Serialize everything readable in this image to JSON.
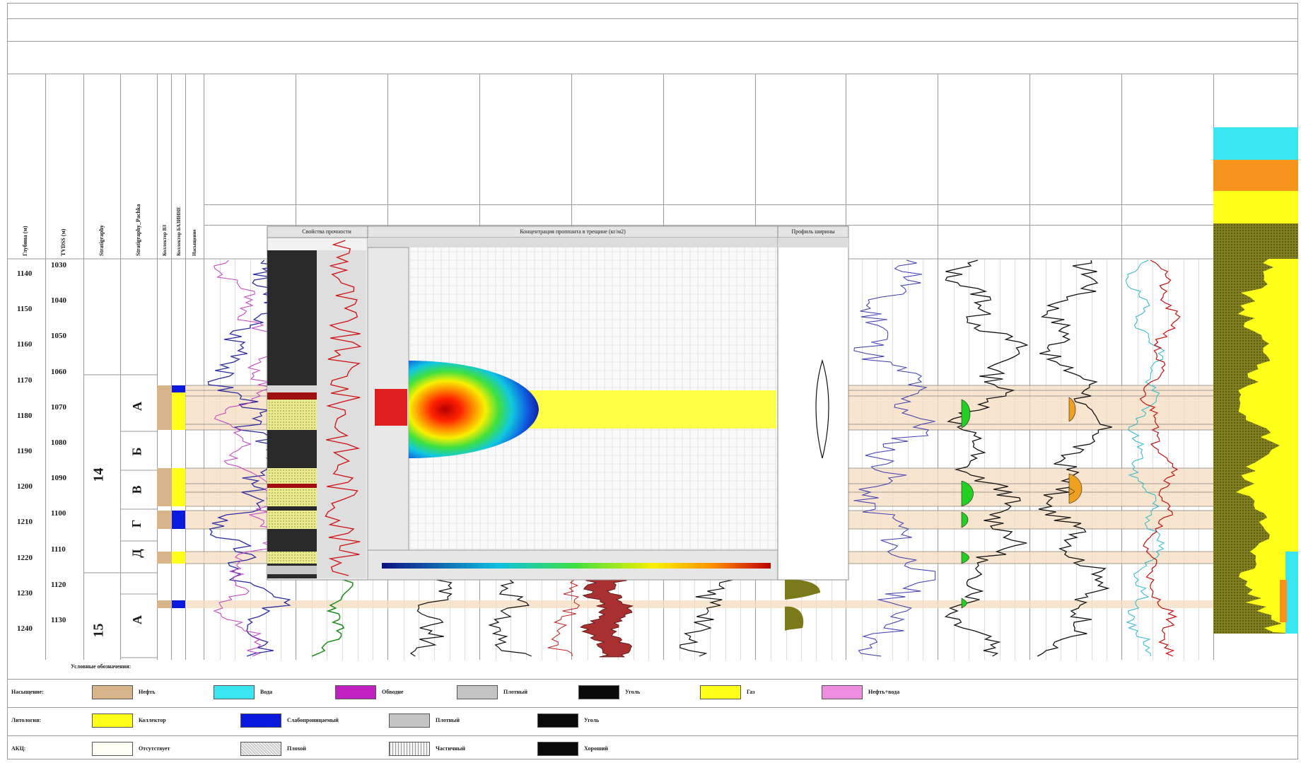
{
  "window": {
    "title": ""
  },
  "header": {
    "fields": []
  },
  "depth_scale": {
    "md": [
      "1140",
      "1150",
      "1160",
      "1170",
      "1180",
      "1190",
      "1200",
      "1210",
      "1220",
      "1230",
      "1240"
    ],
    "tvd": [
      "1030",
      "1040",
      "1050",
      "1060",
      "1070",
      "1080",
      "1090",
      "1100",
      "1110",
      "1120",
      "1130"
    ]
  },
  "columns": {
    "md_title": "Глубина (м)",
    "tvd_title": "TVDSS (м)",
    "strat_title": "Stratigraphy",
    "strat2_title": "Stratigraphy_Pachka",
    "coll1_title": "Коллектор ВЗ",
    "coll2_title": "Коллектор БАЗИННЕ",
    "sat_title": "Насыщение"
  },
  "stratigraphy": {
    "unit_14": "14",
    "unit_15": "15"
  },
  "pachka": [
    "А",
    "Б",
    "В",
    "Г",
    "Д",
    "А"
  ],
  "tracks": [
    {
      "header": "",
      "curve": "",
      "scale_left": "",
      "unit": "",
      "scale_right": "",
      "curve_color": "#2a2aa0"
    },
    {
      "header": "",
      "curve": "",
      "scale_left": "",
      "unit": "",
      "scale_right": "",
      "curve_color": "#1a8a1a"
    },
    {
      "header": "",
      "curve": "",
      "scale_left": "",
      "unit": "",
      "scale_right": "",
      "curve_color": "#111111"
    },
    {
      "header": "",
      "curve": "",
      "scale_left": "",
      "unit": "",
      "scale_right": "",
      "curve_color": "#a01010"
    },
    {
      "header": "",
      "curve": "",
      "scale_left": "",
      "unit": "",
      "scale_right": "",
      "curve_color": "#111111"
    },
    {
      "header": "",
      "curve": "",
      "scale_left": "",
      "unit": "",
      "scale_right": "",
      "curve_color": "#111111"
    },
    {
      "header": "",
      "curve": "",
      "scale_left": "",
      "unit": "",
      "scale_right": "",
      "curve_color": "#3a3ab0"
    },
    {
      "header": "",
      "curve": "",
      "scale_left": "",
      "unit": "",
      "scale_right": "",
      "curve_color": "#3a3ab0"
    },
    {
      "header": "",
      "curve": "",
      "scale_left": "",
      "unit": "",
      "scale_right": "",
      "curve_color": "#111111"
    },
    {
      "header": "",
      "curve": "",
      "scale_left": "",
      "unit": "",
      "scale_right": "",
      "curve_color": "#111111"
    },
    {
      "header": "",
      "curve": "",
      "scale_left": "",
      "unit": "",
      "scale_right": "",
      "curve_color": "#c01010"
    }
  ],
  "lith_panel": {
    "title": ""
  },
  "popups": {
    "strength": {
      "title": "Свойства прочности",
      "column_head": ""
    },
    "concentration": {
      "title": "Концентрация проппанта в трещине (кг/м2)"
    },
    "profile": {
      "title": "Профиль ширины"
    }
  },
  "legend": {
    "title": "Условные обозначения:",
    "rows": [
      {
        "label": "Насыщение:",
        "items": [
          {
            "name": "Нефть",
            "color": "#d8b48a"
          },
          {
            "name": "Вода",
            "color": "#39e6f2"
          },
          {
            "name": "Обводне",
            "color": "#c020c0"
          },
          {
            "name": "Плотный",
            "color": "#c4c4c4"
          },
          {
            "name": "Уголь",
            "color": "#0a0a0a"
          },
          {
            "name": "Газ",
            "color": "#ffff1a"
          },
          {
            "name": "Нефть+вода",
            "color": "#ef8ee0"
          }
        ]
      },
      {
        "label": "Литология:",
        "items": [
          {
            "name": "Коллектор",
            "color": "#ffff1a"
          },
          {
            "name": "Слабопроницаемый",
            "color": "#0a1adc"
          },
          {
            "name": "Плотный",
            "color": "#c4c4c4"
          },
          {
            "name": "Уголь",
            "color": "#0a0a0a"
          }
        ]
      },
      {
        "label": "АКЦ:",
        "items": [
          {
            "name": "Отсутствует",
            "color": "#fffff4"
          },
          {
            "name": "Плохой",
            "color": "#e0e0e0"
          },
          {
            "name": "Частичный",
            "color": "#f0f0f0"
          },
          {
            "name": "Хороший",
            "color": "#0a0a0a"
          }
        ]
      }
    ]
  },
  "colors": {
    "oil_band": "#f6dcc0",
    "gas_band": "#ffff33",
    "lith_yellow": "#ffff1a",
    "lith_olive": "#7a7a1a",
    "green_fill": "#22d022",
    "orange_fill": "#f0a020",
    "cyan": "#39e6f2",
    "orange": "#f7941d"
  }
}
